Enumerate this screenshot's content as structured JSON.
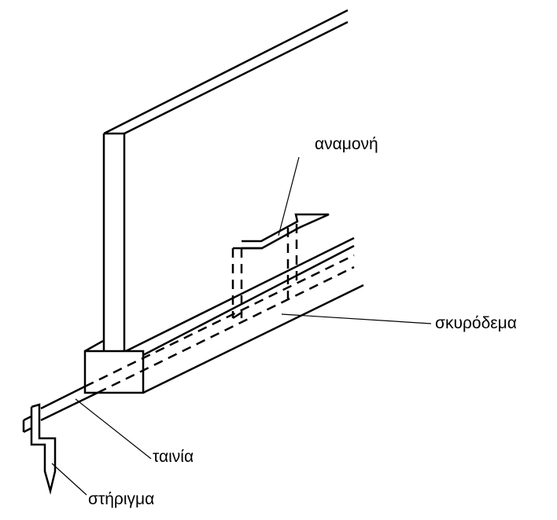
{
  "labels": {
    "starter_bars": "αναμονή",
    "concrete": "σκυρόδεμα",
    "strip": "ταινία",
    "support": "στήριγμα"
  },
  "colors": {
    "line": "#000000",
    "background": "#ffffff"
  }
}
